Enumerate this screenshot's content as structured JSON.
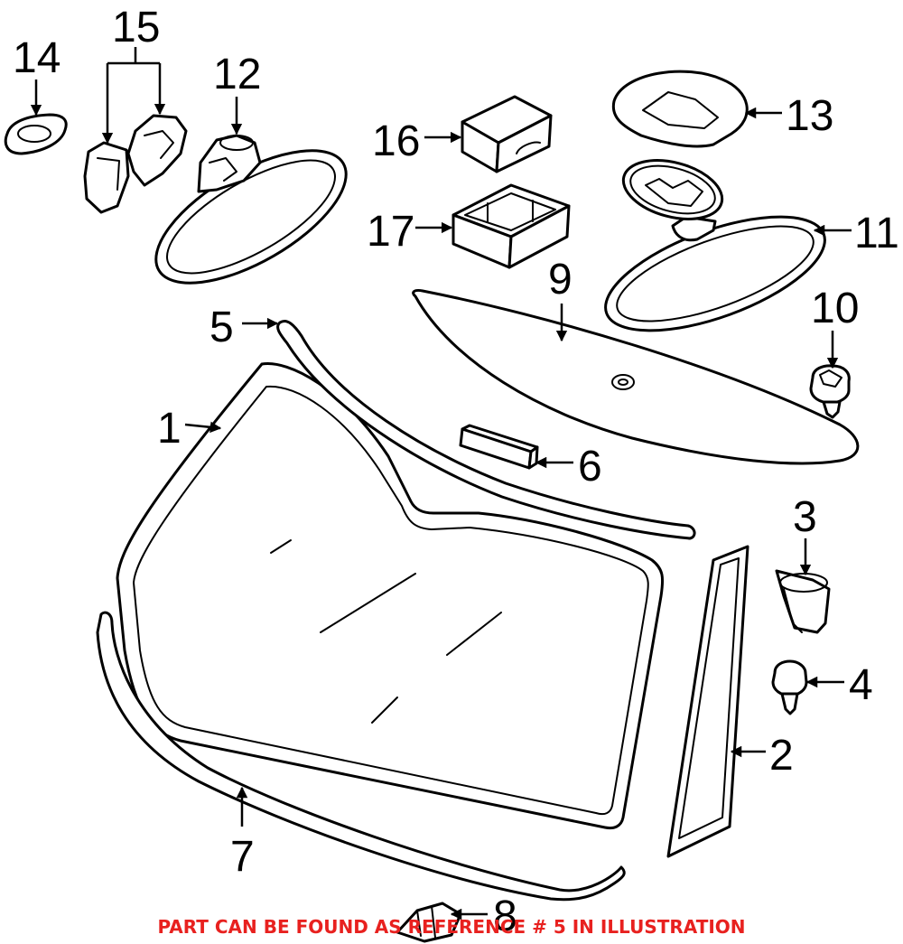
{
  "callouts": {
    "c1": "1",
    "c2": "2",
    "c3": "3",
    "c4": "4",
    "c5": "5",
    "c6": "6",
    "c7": "7",
    "c8": "8",
    "c9": "9",
    "c10": "10",
    "c11": "11",
    "c12": "12",
    "c13": "13",
    "c14": "14",
    "c15": "15",
    "c16": "16",
    "c17": "17"
  },
  "note": {
    "text": "PART CAN BE FOUND AS REFERENCE # 5 IN ILLUSTRATION",
    "color": "#e8211f"
  },
  "colors": {
    "line": "#000000",
    "background": "#ffffff"
  }
}
